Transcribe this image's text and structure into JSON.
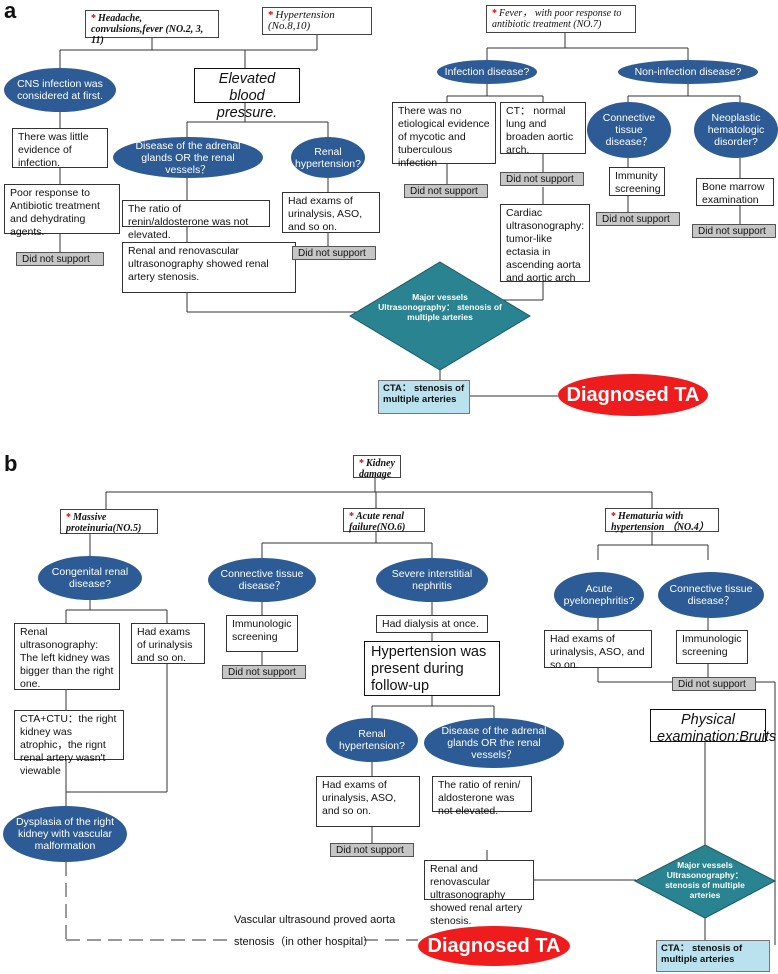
{
  "panel_a": {
    "label": "a",
    "note_headache": "Headache, convulsions,fever (NO.2, 3, 11)",
    "note_hypertension": "Hypertension (No.8,10)",
    "note_fever": "Fever， with poor response to antibiotic treatment (NO.7)",
    "oval_cns": "CNS infection was considered at first.",
    "box_little_evidence": "There was little evidence of infection.",
    "box_poor_response": "Poor response to Antibiotic treatment and dehydrating agents.",
    "gray_1": "Did not support",
    "big_elevated_bp": "Elevated blood pressure.",
    "oval_adrenal": "Disease of the adrenal glands OR the renal vessels？",
    "oval_renal_htn": "Renal hypertension?",
    "box_renin": "The ratio of renin/aldosterone was not elevated.",
    "box_renovascular": "Renal and renovascular ultrasonography showed renal artery stenosis.",
    "box_exams": "Had exams of urinalysis, ASO, and so on.",
    "gray_2": "Did not support",
    "oval_infection": "Infection disease?",
    "oval_noninfection": "Non-infection disease?",
    "box_no_etiological": "There was no etiological evidence of mycotic and tuberculous infection",
    "gray_3": "Did not support",
    "box_ct": "CT： normal lung and broaden aortic arch.",
    "gray_4": "Did not support",
    "box_cardiac": "Cardiac ultrasonography: tumor-like ectasia in ascending aorta and aortic arch",
    "oval_connective": "Connective tissue disease？",
    "oval_neoplastic": "Neoplastic hematologic disorder?",
    "box_immunity": "Immunity screening",
    "gray_5": "Did not support",
    "box_bone_marrow": "Bone marrow examination",
    "gray_6": "Did not support",
    "diamond": "Major vessels Ultrasonography： stenosis of multiple arteries",
    "cta": "CTA： stenosis of multiple arteries",
    "diagnosed": "Diagnosed TA"
  },
  "panel_b": {
    "label": "b",
    "note_kidney": "Kidney damage",
    "note_proteinuria": "Massive proteinuria(NO.5)",
    "note_arf": "Acute renal failure(NO.6)",
    "note_hematuria": "Hematuria with hypertension （NO.4）",
    "oval_congenital": "Congenital renal disease?",
    "box_renal_us": "Renal ultrasonography: The left kidney was bigger than the right one.",
    "box_exams_urin": "Had exams of urinalysis and so on.",
    "box_cta_ctu": "CTA+CTU：the right kidney was atrophic，the rignt renal artery wasn't viewable",
    "oval_dysplasia": "Dysplasia of the right kidney with vascular malformation",
    "oval_connective": "Connective tissue disease？",
    "box_immunologic": "Immunologic screening",
    "gray_1": "Did not support",
    "oval_interstitial": "Severe interstitial nephritis",
    "box_dialysis": "Had dialysis at once.",
    "big_htn_followup": "Hypertension was present during follow-up",
    "oval_renal_htn": "Renal hypertension?",
    "box_exams_aso": "Had exams of urinalysis, ASO, and so on.",
    "gray_2": "Did not support",
    "oval_adrenal": "Disease of the adrenal glands OR the renal vessels？",
    "box_renin": "The ratio of renin/ aldosterone was not elevated.",
    "box_renovascular": "Renal and renovascular ultrasonography showed renal artery stenosis.",
    "oval_pyelo": "Acute pyelonephritis?",
    "box_exams_aso2": "Had exams of urinalysis, ASO, and so on.",
    "oval_connective2": "Connective tissue disease？",
    "box_immunologic2": "Immunologic screening",
    "gray_3": "Did not support",
    "big_physical": "Physical examination:Bruits",
    "diamond": "Major vessels Ultrasonography： stenosis of multiple arteries",
    "vascular_text": "Vascular ultrasound proved aorta stenosis（in other hospital）",
    "diagnosed": "Diagnosed TA",
    "cta": "CTA： stenosis of multiple arteries"
  },
  "colors": {
    "oval": "#2d5b96",
    "diamond": "#2a8391",
    "diagnosed": "#ee1c1c",
    "cta": "#b9e1ee",
    "gray_box": "#c6c6c6",
    "marker": "#dd0000"
  }
}
